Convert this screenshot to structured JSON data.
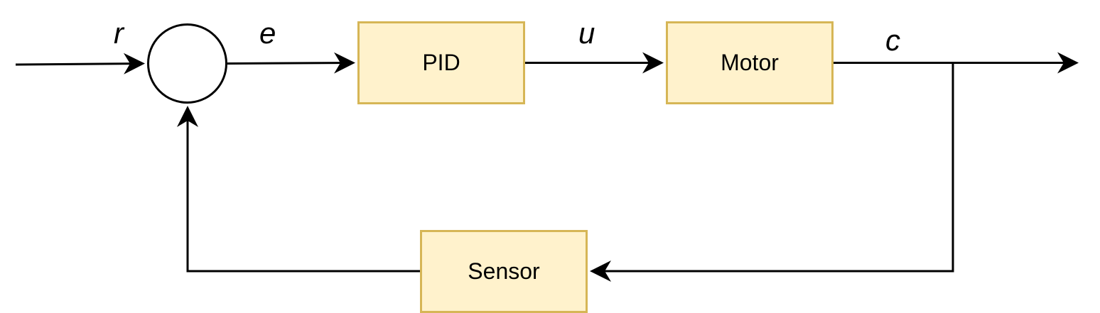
{
  "diagram": {
    "blocks": {
      "pid": "PID",
      "motor": "Motor",
      "sensor": "Sensor"
    },
    "signals": {
      "reference": "r",
      "error": "e",
      "control": "u",
      "output": "c"
    },
    "colors": {
      "block_fill": "#fff2cc",
      "block_border": "#d6b656",
      "line": "#000000"
    }
  }
}
